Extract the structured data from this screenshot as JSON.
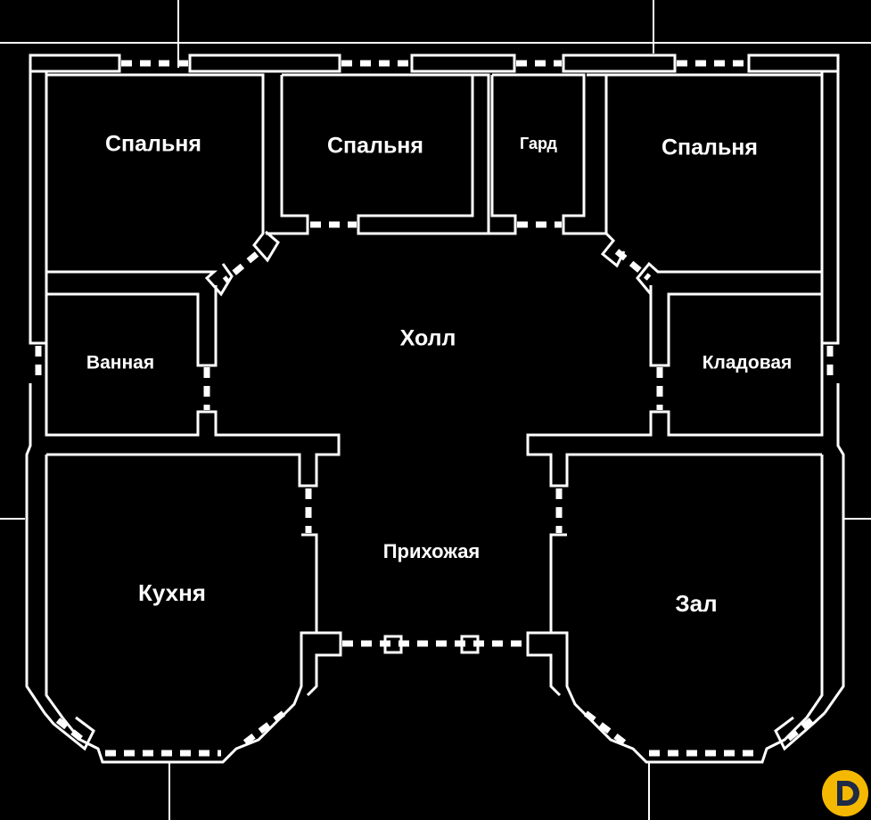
{
  "rooms": {
    "bedroom1": "Спальня",
    "bedroom2": "Спальня",
    "wardrobe": "Гард",
    "bedroom3": "Спальня",
    "hall": "Холл",
    "bathroom": "Ванная",
    "storage": "Кладовая",
    "foyer": "Прихожая",
    "kitchen": "Кухня",
    "living": "Зал"
  },
  "colors": {
    "background": "#000000",
    "lines": "#ffffff",
    "logo_accent": "#f5b800",
    "logo_dark": "#1f2a44"
  },
  "icons": {
    "logo": "brand-logo-icon"
  }
}
